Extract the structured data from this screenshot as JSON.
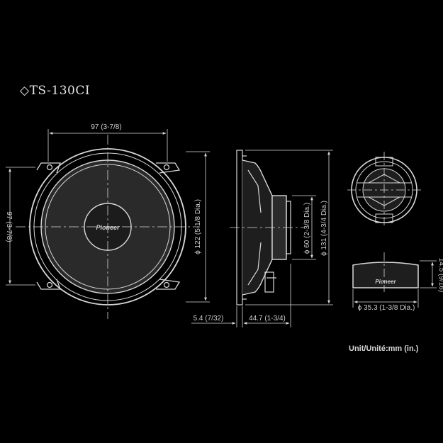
{
  "title": "◇TS-130CI",
  "unit_label": "Unit/Unité:mm (in.)",
  "brand": "Pioneer",
  "dimensions": {
    "mount_spacing": "97 (3-7/8)",
    "mount_spacing_vertical": "97 (3-7/8)",
    "cutout_dia": "ϕ 122 (5-1/8 Dia.)",
    "magnet_dia": "ϕ 60 (2-3/8 Dia.)",
    "overall_dia": "ϕ 131 (4-3/4 Dia.)",
    "flange_thickness": "5.4 (7/32)",
    "mount_depth": "44.7 (1-3/4)",
    "tweeter_height": "14.5 (9/16)",
    "tweeter_dia": "ϕ 35.3 (1-3/8 Dia.)"
  },
  "colors": {
    "background": "#000000",
    "line": "#d8d8d8",
    "cone": "#2a2a2a"
  }
}
